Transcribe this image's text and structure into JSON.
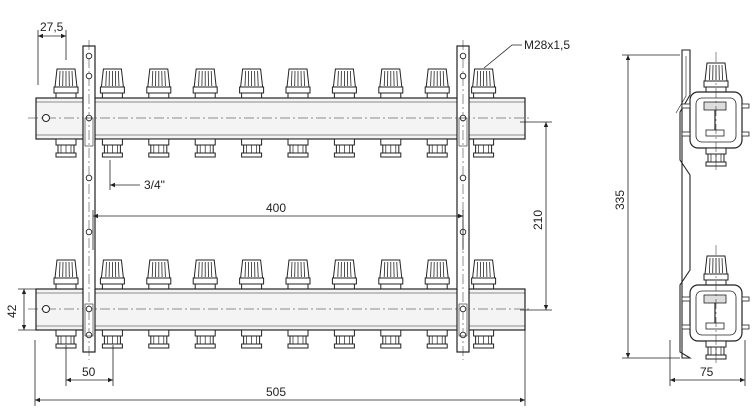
{
  "dimensions": {
    "port_offset": "27,5",
    "thread": "M28x1,5",
    "outlet_thread": "3/4\"",
    "bracket_spacing": "400",
    "rail_spacing": "210",
    "bar_height": "42",
    "outlet_pitch": "50",
    "overall_length": "505",
    "overall_height": "335",
    "depth": "75"
  },
  "manifold": {
    "outlets_per_rail": 10,
    "rails": 2
  },
  "colors": {
    "line": "#222222",
    "body_fill": "#f4f4f4",
    "knob_fill": "#ffffff"
  }
}
